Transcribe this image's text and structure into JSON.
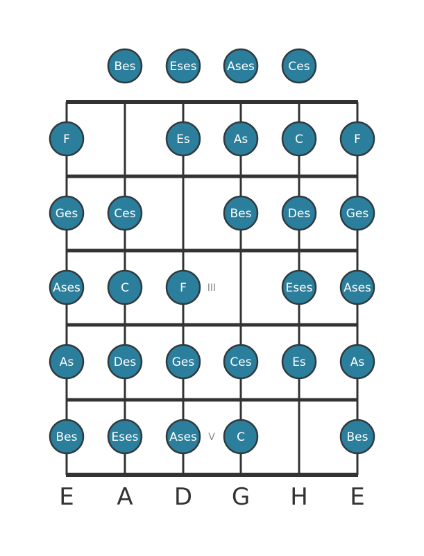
{
  "diagram": {
    "type": "guitar-fretboard",
    "colors": {
      "note_fill": "#2b7f9c",
      "note_stroke": "#2f3a3e",
      "line": "#333333",
      "marker": "#8a8a8a",
      "background": "#ffffff"
    },
    "strings": [
      "E",
      "A",
      "D",
      "G",
      "H",
      "E"
    ],
    "fret_markers": [
      {
        "fret": 3,
        "label": "III"
      },
      {
        "fret": 5,
        "label": "V"
      }
    ],
    "open_notes": [
      {
        "string": 1,
        "label": "Bes"
      },
      {
        "string": 2,
        "label": "Eses"
      },
      {
        "string": 3,
        "label": "Ases"
      },
      {
        "string": 4,
        "label": "Ces"
      }
    ],
    "frets": [
      {
        "fret": 1,
        "notes": [
          {
            "string": 0,
            "label": "F"
          },
          {
            "string": 2,
            "label": "Es"
          },
          {
            "string": 3,
            "label": "As"
          },
          {
            "string": 4,
            "label": "C"
          },
          {
            "string": 5,
            "label": "F"
          }
        ]
      },
      {
        "fret": 2,
        "notes": [
          {
            "string": 0,
            "label": "Ges"
          },
          {
            "string": 1,
            "label": "Ces"
          },
          {
            "string": 3,
            "label": "Bes"
          },
          {
            "string": 4,
            "label": "Des"
          },
          {
            "string": 5,
            "label": "Ges"
          }
        ]
      },
      {
        "fret": 3,
        "notes": [
          {
            "string": 0,
            "label": "Ases"
          },
          {
            "string": 1,
            "label": "C"
          },
          {
            "string": 2,
            "label": "F"
          },
          {
            "string": 4,
            "label": "Eses"
          },
          {
            "string": 5,
            "label": "Ases"
          }
        ]
      },
      {
        "fret": 4,
        "notes": [
          {
            "string": 0,
            "label": "As"
          },
          {
            "string": 1,
            "label": "Des"
          },
          {
            "string": 2,
            "label": "Ges"
          },
          {
            "string": 3,
            "label": "Ces"
          },
          {
            "string": 4,
            "label": "Es"
          },
          {
            "string": 5,
            "label": "As"
          }
        ]
      },
      {
        "fret": 5,
        "notes": [
          {
            "string": 0,
            "label": "Bes"
          },
          {
            "string": 1,
            "label": "Eses"
          },
          {
            "string": 2,
            "label": "Ases"
          },
          {
            "string": 3,
            "label": "C"
          },
          {
            "string": 5,
            "label": "Bes"
          }
        ]
      }
    ]
  }
}
